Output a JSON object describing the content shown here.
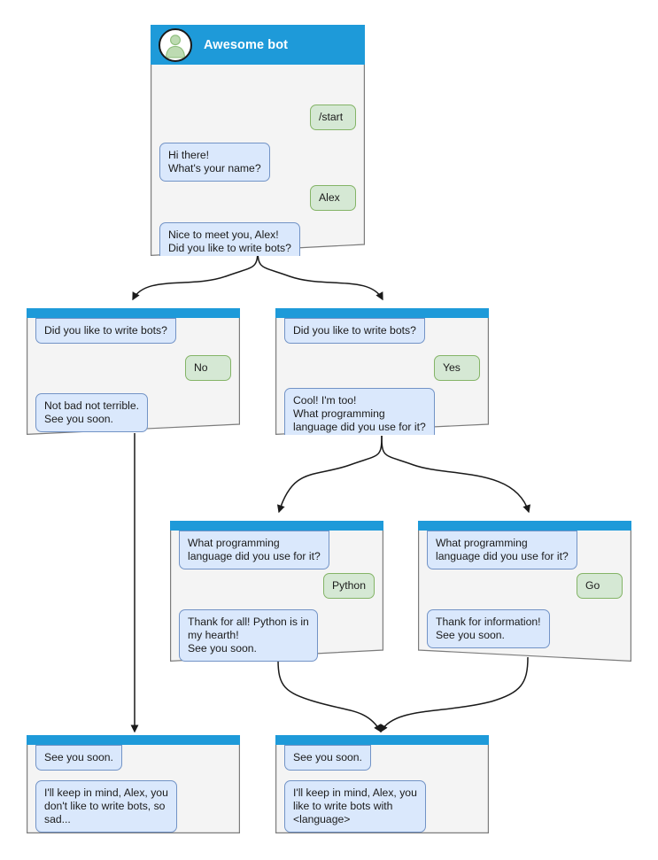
{
  "diagram": {
    "type": "bot-conversation-flowchart",
    "colors": {
      "node_header": "#1e9ad9",
      "node_body": "#f4f4f4",
      "node_border": "#7c7c7c",
      "bot_bubble_fill": "#dae8fc",
      "bot_bubble_border": "#7293c6",
      "user_bubble_fill": "#d5e8d4",
      "user_bubble_border": "#84b467",
      "edge": "#1a1a1a",
      "canvas": "#ffffff"
    }
  },
  "nodes": [
    {
      "id": "root",
      "title": "Awesome bot",
      "avatar_icon": "person-avatar-icon",
      "has_title_bar": true,
      "messages": [
        {
          "side": "user",
          "text": "/start"
        },
        {
          "side": "bot",
          "text": "Hi there!\nWhat's your name?"
        },
        {
          "side": "user",
          "text": "Alex"
        },
        {
          "side": "bot",
          "text": "Nice to meet you, Alex!\nDid you like to write bots?"
        }
      ]
    },
    {
      "id": "branch-no",
      "title": "",
      "has_title_bar": false,
      "messages": [
        {
          "side": "bot",
          "text": "Did you like to write bots?"
        },
        {
          "side": "user",
          "text": "No"
        },
        {
          "side": "bot",
          "text": "Not bad not terrible.\nSee you soon."
        }
      ]
    },
    {
      "id": "branch-yes",
      "title": "",
      "has_title_bar": false,
      "messages": [
        {
          "side": "bot",
          "text": "Did you like to write bots?"
        },
        {
          "side": "user",
          "text": "Yes"
        },
        {
          "side": "bot",
          "text": "Cool! I'm too!\nWhat programming\nlanguage did you use for it?"
        }
      ]
    },
    {
      "id": "branch-python",
      "title": "",
      "has_title_bar": false,
      "messages": [
        {
          "side": "bot",
          "text": "What programming\nlanguage did you use for it?"
        },
        {
          "side": "user",
          "text": "Python"
        },
        {
          "side": "bot",
          "text": "Thank for all! Python is in\nmy hearth!\nSee you soon."
        }
      ]
    },
    {
      "id": "branch-go",
      "title": "",
      "has_title_bar": false,
      "messages": [
        {
          "side": "bot",
          "text": "What programming\nlanguage did you use for it?"
        },
        {
          "side": "user",
          "text": "Go"
        },
        {
          "side": "bot",
          "text": "Thank for information!\nSee you soon."
        }
      ]
    },
    {
      "id": "end-sad",
      "title": "",
      "has_title_bar": false,
      "messages": [
        {
          "side": "bot",
          "text": "See you soon."
        },
        {
          "side": "bot",
          "text": "I'll keep in mind, Alex, you\ndon't like to write bots, so\nsad..."
        }
      ]
    },
    {
      "id": "end-happy",
      "title": "",
      "has_title_bar": false,
      "messages": [
        {
          "side": "bot",
          "text": "See you soon."
        },
        {
          "side": "bot",
          "text": "I'll keep in mind, Alex, you\nlike to write bots with\n<language>"
        }
      ]
    }
  ],
  "edges": [
    {
      "from": "root",
      "to": "branch-no",
      "style": "curved-fan"
    },
    {
      "from": "root",
      "to": "branch-yes",
      "style": "curved-fan"
    },
    {
      "from": "branch-no",
      "to": "end-sad",
      "style": "straight"
    },
    {
      "from": "branch-yes",
      "to": "branch-python",
      "style": "curved-fan"
    },
    {
      "from": "branch-yes",
      "to": "branch-go",
      "style": "curved-fan"
    },
    {
      "from": "branch-python",
      "to": "end-happy",
      "style": "curved-merge"
    },
    {
      "from": "branch-go",
      "to": "end-happy",
      "style": "curved-merge"
    }
  ]
}
